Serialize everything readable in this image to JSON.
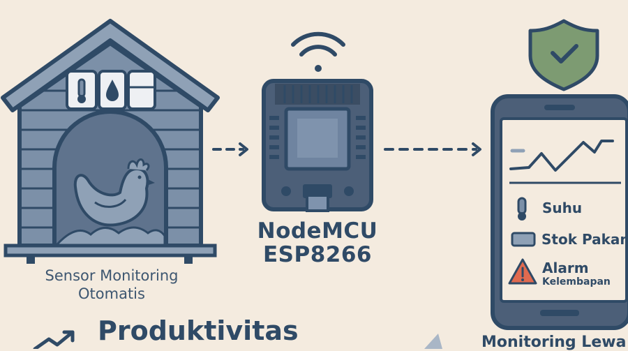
{
  "colors": {
    "background": "#f4ebdf",
    "primary": "#2f4a66",
    "coop_wall": "#7c90a8",
    "coop_roof": "#8fa1b6",
    "shield": "#7d9b72",
    "alarm": "#e06a4f"
  },
  "coop": {
    "icons": [
      "thermometer-icon",
      "droplet-icon",
      "sensor-panel-icon"
    ],
    "caption_line1": "Sensor Monitoring",
    "caption_line2": "Otomatis"
  },
  "mcu": {
    "title_line1": "NodeMCU",
    "title_line2": "ESP8266",
    "icons": [
      "wifi-icon",
      "chip-icon"
    ]
  },
  "phone": {
    "icons": [
      "shield-check-icon",
      "line-chart-icon"
    ],
    "items": [
      {
        "icon": "thermometer-icon",
        "label": "Suhu"
      },
      {
        "icon": "feed-box-icon",
        "label": "Stok Pakan"
      },
      {
        "icon": "warning-icon",
        "label": "Alarm",
        "sublabel": "Kelembapan"
      }
    ]
  },
  "footer": {
    "productivity_label": "Produktivitas",
    "productivity_icon": "trend-up-icon",
    "monitoring_label": "Monitoring Lewa"
  }
}
